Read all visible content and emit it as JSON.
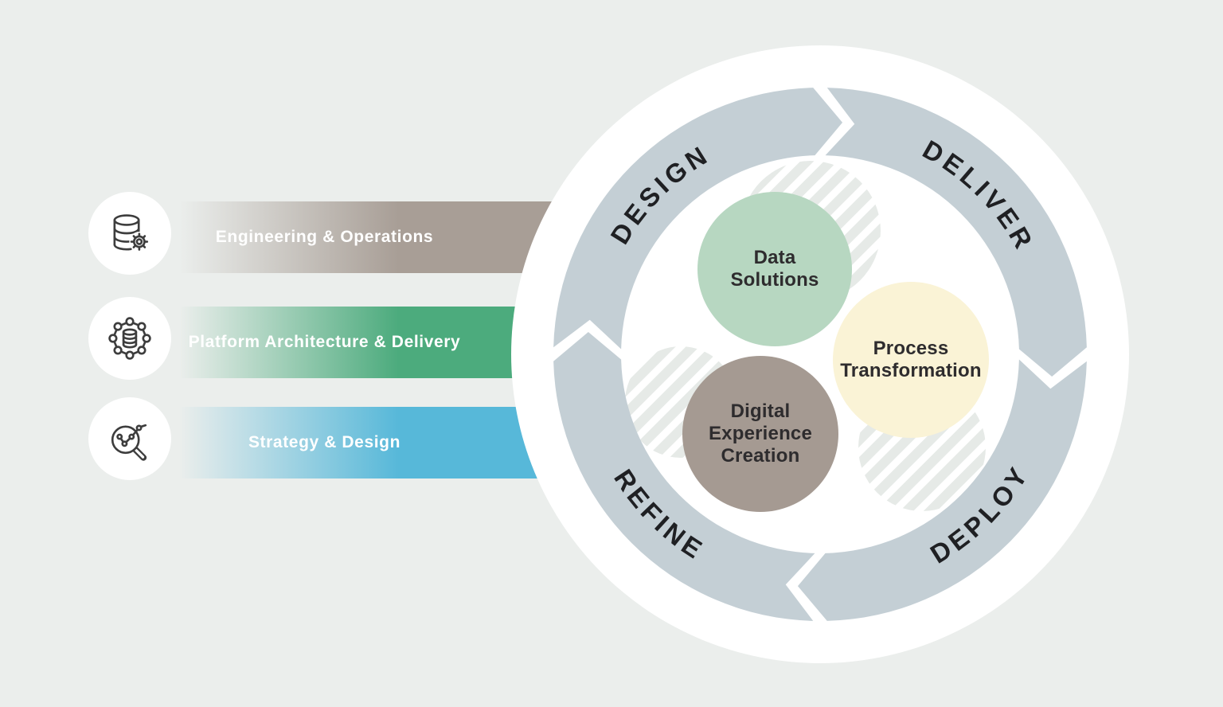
{
  "background_color": "#ebeeec",
  "capability_bars": [
    {
      "label": "Engineering & Operations",
      "icon": "database-gear-icon",
      "bar_color": "#a89e96",
      "ring_color": "#a49a92"
    },
    {
      "label": "Platform Architecture & Delivery",
      "icon": "network-database-icon",
      "bar_color": "#4cab7d",
      "ring_color": "#42a878"
    },
    {
      "label": "Strategy & Design",
      "icon": "magnifier-trend-icon",
      "bar_color": "#57b8d9",
      "ring_color": "#53b5d9"
    }
  ],
  "cycle": {
    "ring_color": "#c4cfd5",
    "backdrop_color": "#ffffff",
    "phase_text_color": "#1f2023",
    "phases": [
      {
        "label": "DESIGN",
        "position": "top-left"
      },
      {
        "label": "DELIVER",
        "position": "top-right"
      },
      {
        "label": "DEPLOY",
        "position": "bottom-right"
      },
      {
        "label": "REFINE",
        "position": "bottom-left"
      }
    ],
    "bubbles": [
      {
        "label": "Data Solutions",
        "color": "#b7d7c1"
      },
      {
        "label": "Process Transformation",
        "color": "#faf3d6"
      },
      {
        "label": "Digital Experience Creation",
        "color": "#a59a92"
      }
    ]
  }
}
